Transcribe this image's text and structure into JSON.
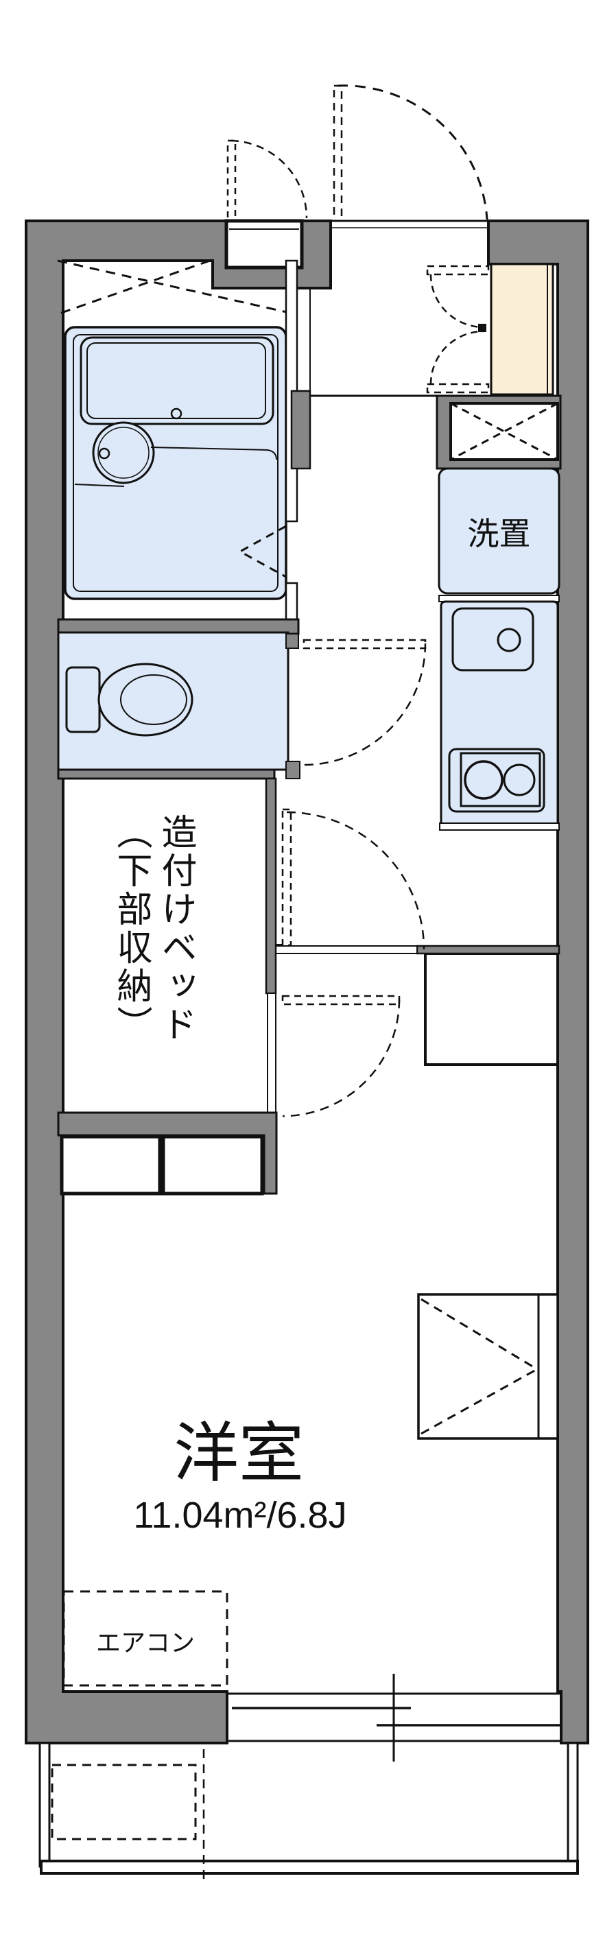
{
  "plan": {
    "title": "apartment-floor-plan",
    "rooms": {
      "western_room": {
        "name": "洋室",
        "area": "11.04m²/6.8J"
      },
      "built_in_bed": {
        "line1": "造付けベッド",
        "line2": "（下部収納）"
      },
      "washer_space": {
        "label": "洗置"
      },
      "air_conditioner": {
        "label": "エアコン"
      }
    }
  },
  "colors": {
    "wall": "#878787",
    "room-fill": "#dde9f8",
    "door-fill": "#fcefd8",
    "line": "#111111"
  }
}
